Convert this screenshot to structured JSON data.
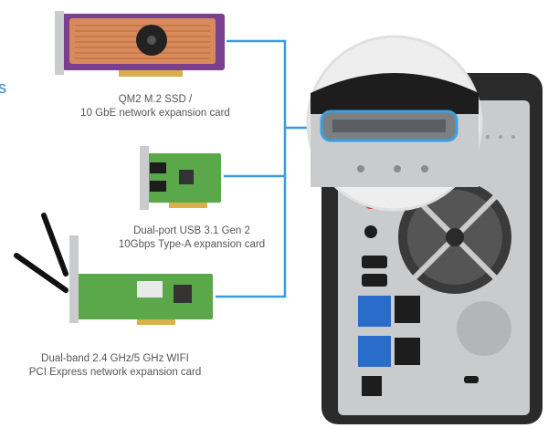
{
  "left_fragment": "s",
  "captions": {
    "ssd_card": [
      "QM2 M.2 SSD /",
      "10 GbE network expansion card"
    ],
    "usb_card": [
      "Dual-port USB 3.1 Gen 2",
      "10Gbps Type-A expansion card"
    ],
    "wifi_card": [
      "Dual-band 2.4 GHz/5 GHz WIFI",
      "PCI Express network expansion card"
    ]
  },
  "colors": {
    "connector": "#3a9be0",
    "highlight": "#3aa0e6",
    "pcb_green": "#5aa84a",
    "pcb_purple": "#7a3f8f",
    "heatsink": "#d98a5a",
    "nas_body": "#2a2a2a",
    "backplate": "#c9cbcd"
  }
}
